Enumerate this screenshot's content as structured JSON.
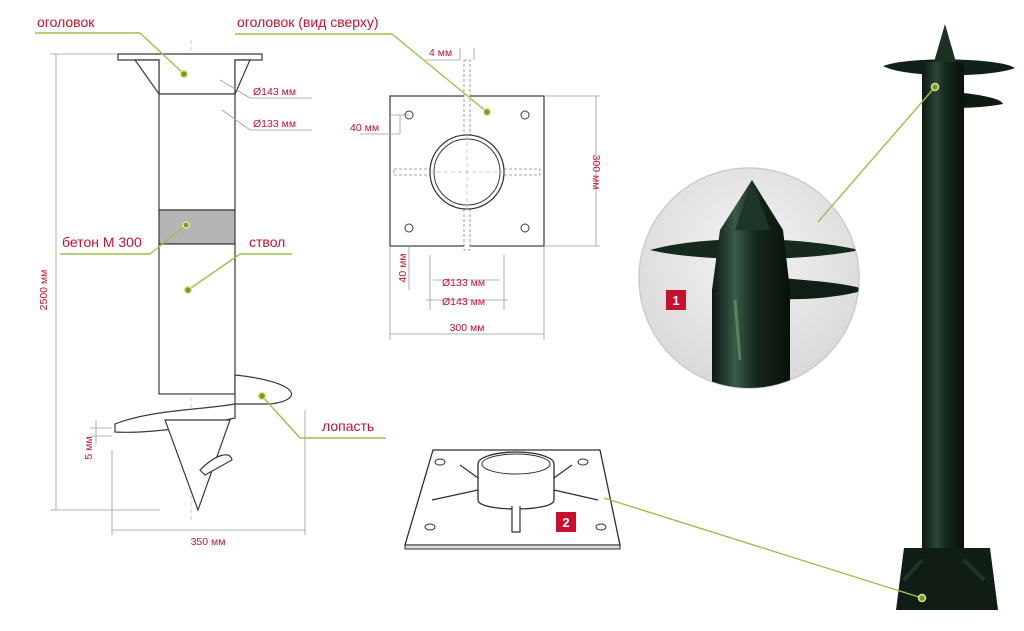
{
  "labels": {
    "head": "оголовок",
    "head_top": "оголовок (вид сверху)",
    "concrete": "бетон М 300",
    "shaft": "ствол",
    "blade": "лопасть"
  },
  "dims": {
    "d143": "Ø143 мм",
    "d133": "Ø133 мм",
    "h2500": "2500 мм",
    "t5": "5 мм",
    "w350": "350 мм",
    "slot4": "4 мм",
    "off40a": "40 мм",
    "off40b": "40 мм",
    "h300": "300 мм",
    "w300": "300 мм",
    "ring133": "Ø133 мм",
    "ring143": "Ø143 мм"
  },
  "badges": {
    "b1": "1",
    "b2": "2"
  },
  "colors": {
    "label_red": "#c8102e",
    "leader_green": "#9cc04a",
    "badge_red": "#c8102e",
    "pile_dark": "#14261c"
  }
}
